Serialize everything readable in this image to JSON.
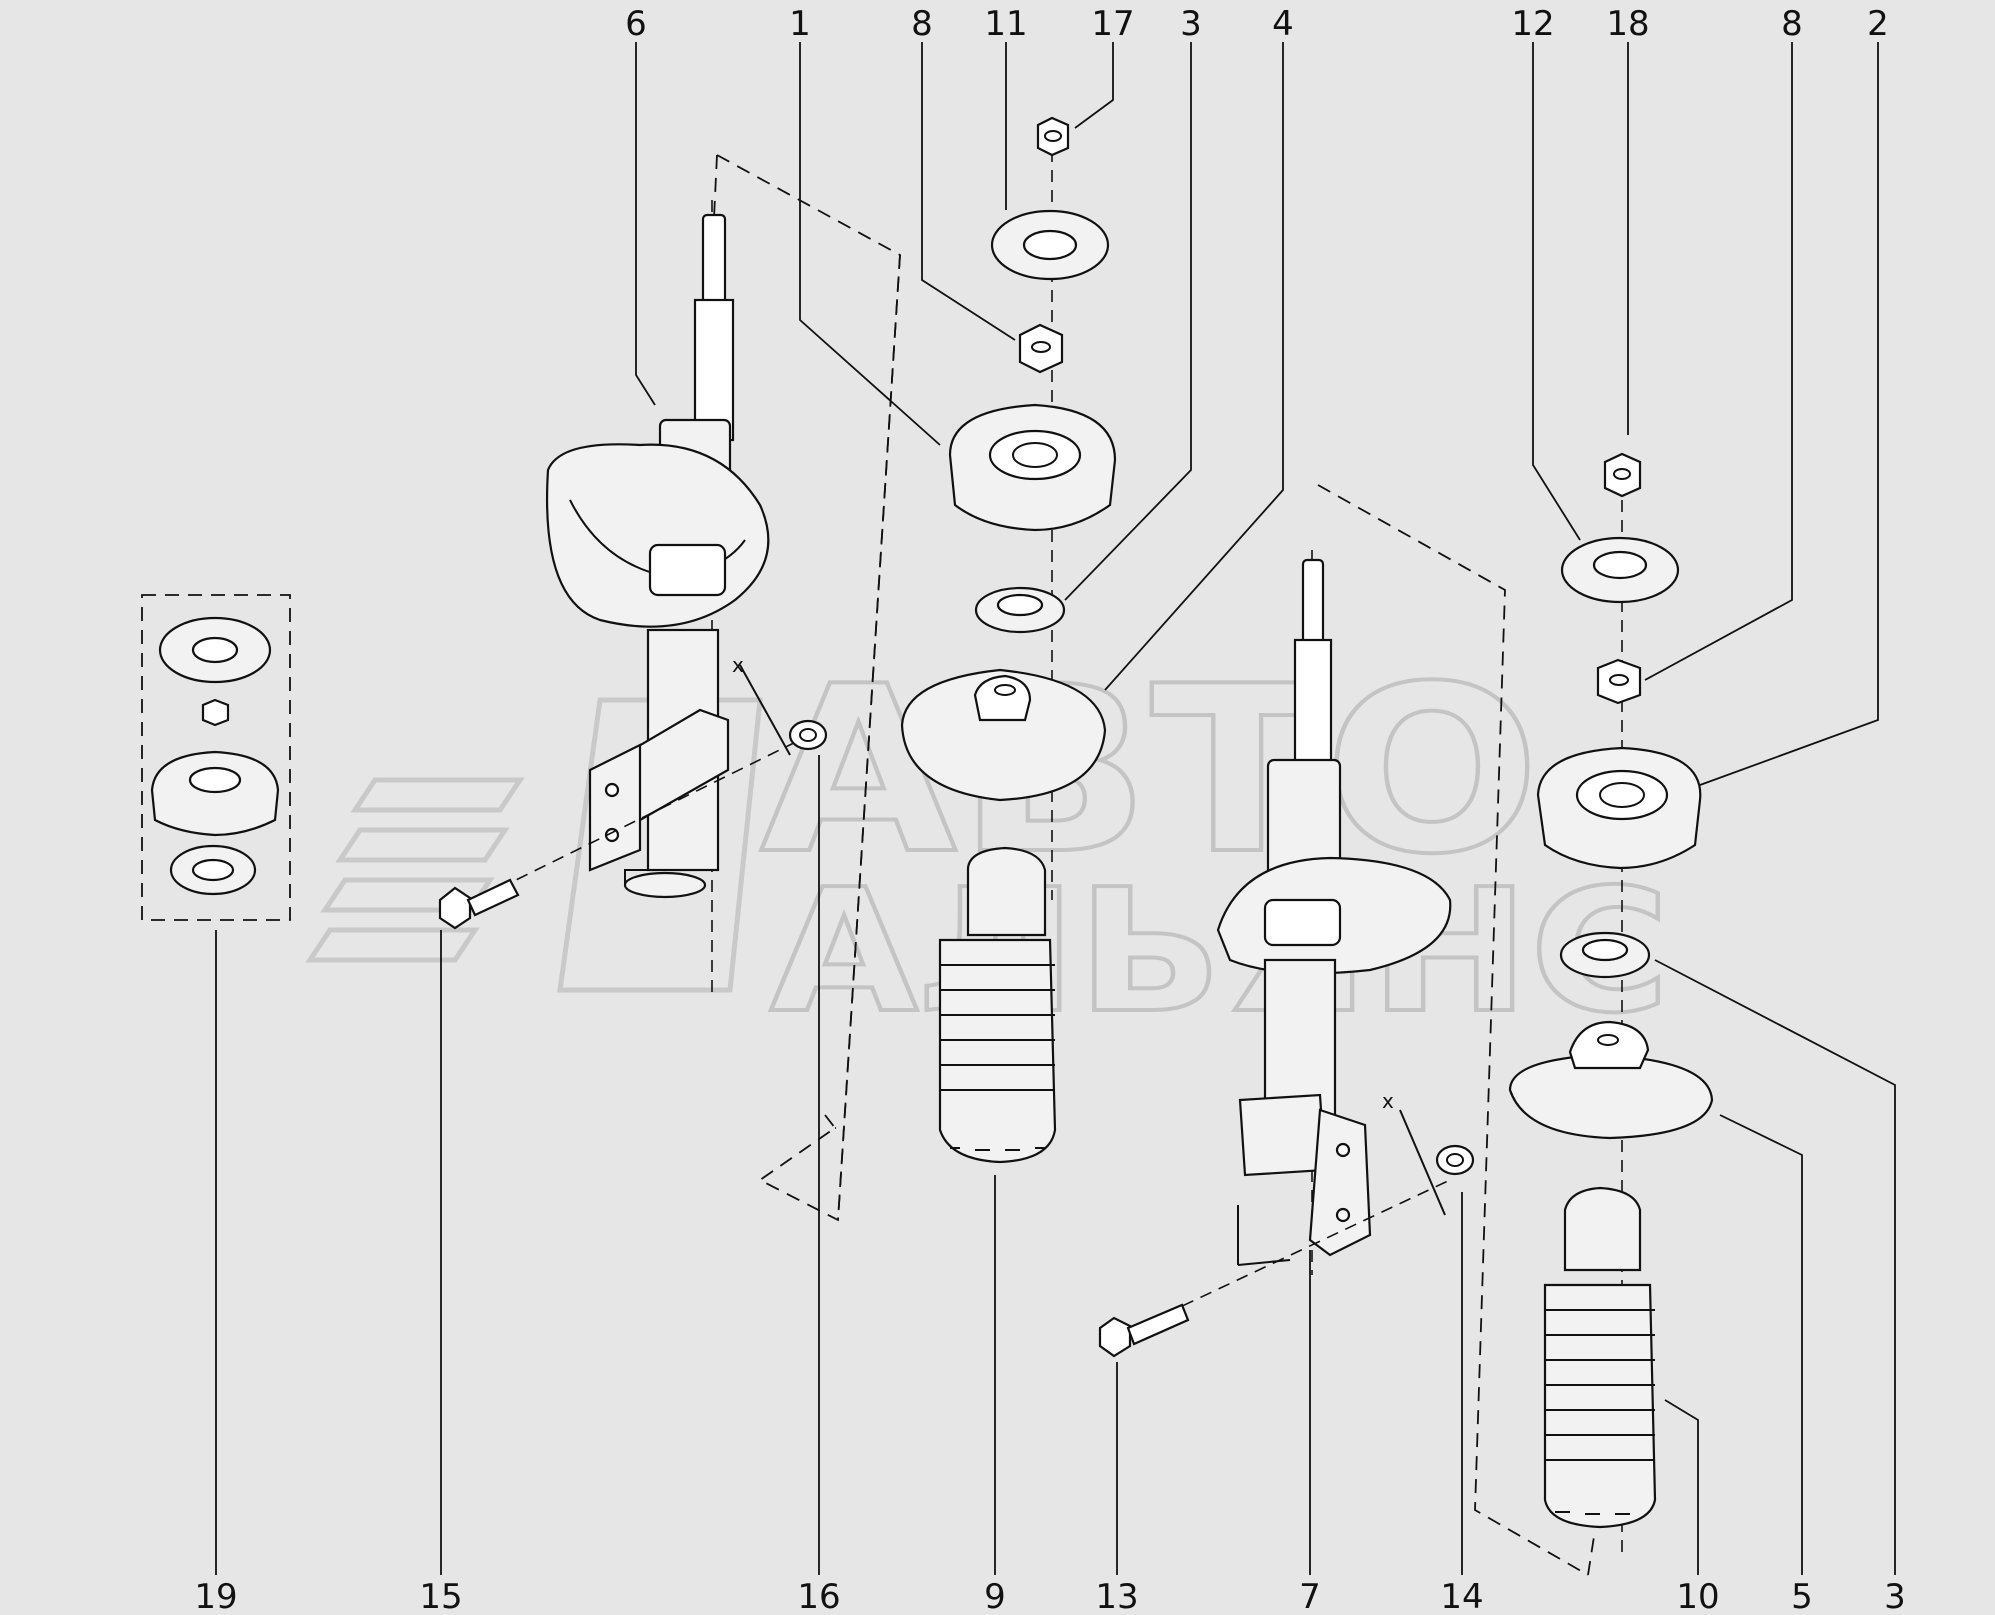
{
  "watermark": {
    "line1": "АВТО",
    "line2": "АЛЬЯНС"
  },
  "dimension_mark": "x",
  "callouts": [
    {
      "id": "c6",
      "label": "6"
    },
    {
      "id": "c1",
      "label": "1"
    },
    {
      "id": "c8a",
      "label": "8"
    },
    {
      "id": "c11",
      "label": "11"
    },
    {
      "id": "c17",
      "label": "17"
    },
    {
      "id": "c3a",
      "label": "3"
    },
    {
      "id": "c4",
      "label": "4"
    },
    {
      "id": "c12",
      "label": "12"
    },
    {
      "id": "c18",
      "label": "18"
    },
    {
      "id": "c8b",
      "label": "8"
    },
    {
      "id": "c2",
      "label": "2"
    },
    {
      "id": "c19",
      "label": "19"
    },
    {
      "id": "c15",
      "label": "15"
    },
    {
      "id": "c16",
      "label": "16"
    },
    {
      "id": "c9",
      "label": "9"
    },
    {
      "id": "c13",
      "label": "13"
    },
    {
      "id": "c7",
      "label": "7"
    },
    {
      "id": "c14",
      "label": "14"
    },
    {
      "id": "c10",
      "label": "10"
    },
    {
      "id": "c5",
      "label": "5"
    },
    {
      "id": "c3b",
      "label": "3"
    }
  ]
}
